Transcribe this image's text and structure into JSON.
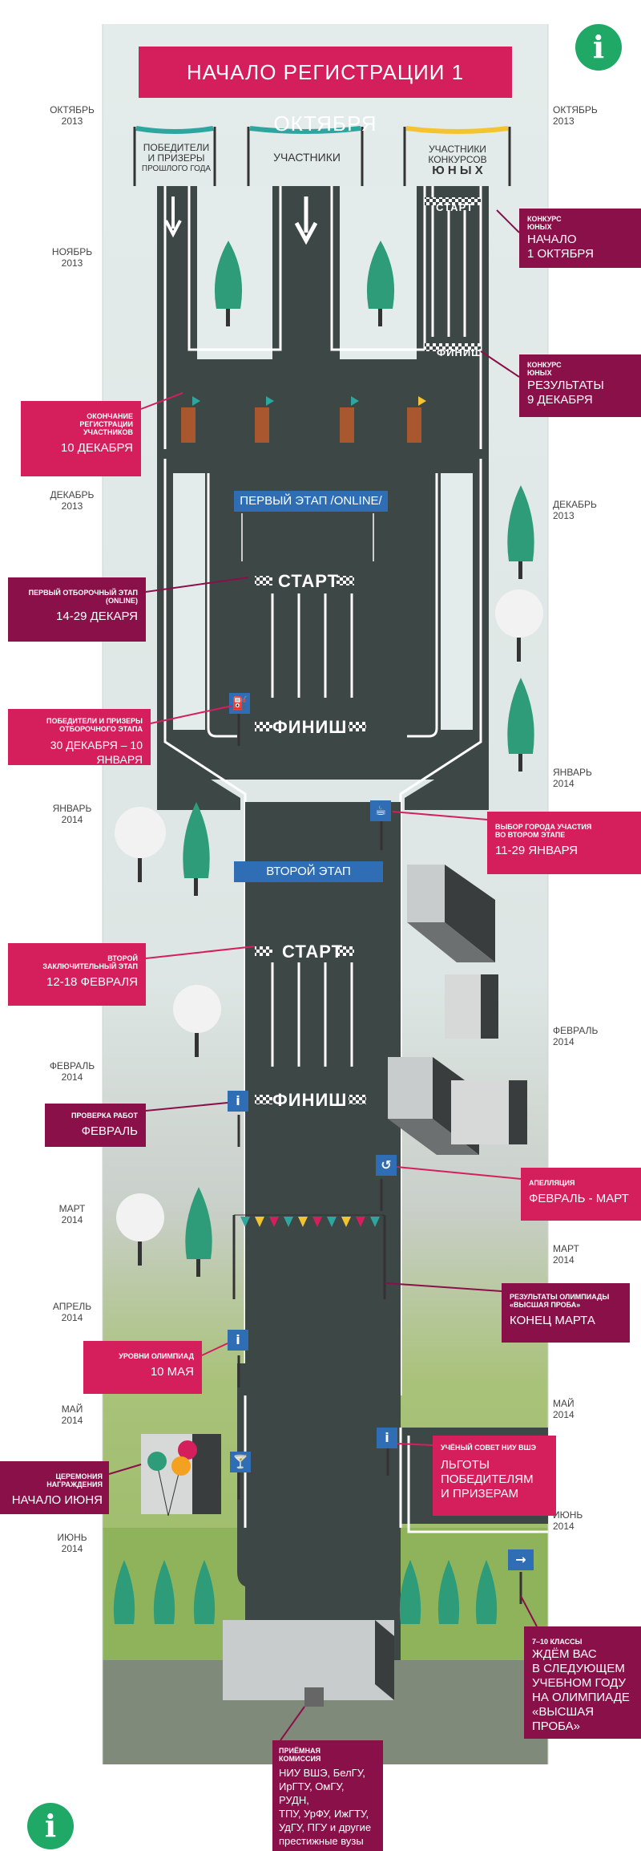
{
  "header": {
    "title": "НАЧАЛО РЕГИСТРАЦИИ 1 ОКТЯБРЯ"
  },
  "lanes": {
    "left": "ПОБЕДИТЕЛИ И ПРИЗЕРЫ ПРОШЛОГО ГОДА",
    "left_line1": "ПОБЕДИТЕЛИ",
    "left_line2": "И ПРИЗЕРЫ",
    "left_line3": "ПРОШЛОГО ГОДА",
    "middle": "УЧАСТНИКИ",
    "right_line1": "УЧАСТНИКИ",
    "right_line2": "КОНКУРСОВ",
    "right_line3": "Ю Н Ы Х"
  },
  "road": {
    "start": "СТАРТ",
    "finish": "ФИНИШ",
    "stage1": "ПЕРВЫЙ ЭТАП /ONLINE/",
    "stage2": "ВТОРОЙ ЭТАП"
  },
  "timeline_left": [
    {
      "month": "ОКТЯБРЬ",
      "year": "2013"
    },
    {
      "month": "НОЯБРЬ",
      "year": "2013"
    },
    {
      "month": "ДЕКАБРЬ",
      "year": "2013"
    },
    {
      "month": "ЯНВАРЬ",
      "year": "2014"
    },
    {
      "month": "ФЕВРАЛЬ",
      "year": "2014"
    },
    {
      "month": "МАРТ",
      "year": "2014"
    },
    {
      "month": "АПРЕЛЬ",
      "year": "2014"
    },
    {
      "month": "МАЙ",
      "year": "2014"
    },
    {
      "month": "ИЮНЬ",
      "year": "2014"
    }
  ],
  "timeline_right": [
    {
      "month": "ОКТЯБРЬ",
      "year": "2013"
    },
    {
      "month": "ДЕКАБРЬ",
      "year": "2013"
    },
    {
      "month": "ЯНВАРЬ",
      "year": "2014"
    },
    {
      "month": "ФЕВРАЛЬ",
      "year": "2014"
    },
    {
      "month": "МАРТ",
      "year": "2014"
    },
    {
      "month": "МАЙ",
      "year": "2014"
    },
    {
      "month": "ИЮНЬ",
      "year": "2014"
    }
  ],
  "callouts": {
    "junior_start": {
      "small1": "КОНКУРС",
      "small2": "ЮНЫХ",
      "big1": "НАЧАЛО",
      "big2": "1 ОКТЯБРЯ"
    },
    "junior_results": {
      "small1": "КОНКУРС",
      "small2": "ЮНЫХ",
      "big1": "РЕЗУЛЬТАТЫ",
      "big2": "9 ДЕКАБРЯ"
    },
    "reg_end": {
      "small1": "ОКОНЧАНИЕ",
      "small2": "РЕГИСТРАЦИИ",
      "small3": "УЧАСТНИКОВ",
      "big1": "10 ДЕКАБРЯ"
    },
    "stage1": {
      "small1": "ПЕРВЫЙ ОТБОРОЧНЫЙ ЭТАП",
      "small2": "(ONLINE)",
      "big1": "14-29 ДЕКАРЯ"
    },
    "stage1_winners": {
      "small1": "ПОБЕДИТЕЛИ И ПРИЗЕРЫ",
      "small2": "ОТБОРОЧНОГО ЭТАПА",
      "big1": "30 ДЕКАБРЯ – 10 ЯНВАРЯ"
    },
    "city": {
      "small1": "ВЫБОР ГОРОДА УЧАСТИЯ",
      "small2": "ВО ВТОРОМ ЭТАПЕ",
      "big1": "11-29 ЯНВАРЯ"
    },
    "final": {
      "small1": "ВТОРОЙ",
      "small2": "ЗАКЛЮЧИТЕЛЬНЫЙ ЭТАП",
      "big1": "12-18 ФЕВРАЛЯ"
    },
    "check": {
      "small1": "ПРОВЕРКА РАБОТ",
      "big1": "ФЕВРАЛЬ"
    },
    "appeal": {
      "small1": "АПЕЛЛЯЦИЯ",
      "big1": "ФЕВРАЛЬ - МАРТ"
    },
    "results": {
      "small1": "РЕЗУЛЬТАТЫ ОЛИМПИАДЫ",
      "small2": "«ВЫСШАЯ ПРОБА»",
      "big1": "КОНЕЦ МАРТА"
    },
    "levels": {
      "small1": "УРОВНИ ОЛИМПИАД",
      "big1": "10 МАЯ"
    },
    "council": {
      "small1": "УЧЁНЫЙ СОВЕТ НИУ ВШЭ",
      "big1": "ЛЬГОТЫ",
      "big2": "ПОБЕДИТЕЛЯМ",
      "big3": "И ПРИЗЕРАМ"
    },
    "ceremony": {
      "small1": "ЦЕРЕМОНИЯ НАГРАЖДЕНИЯ",
      "big1": "НАЧАЛО ИЮНЯ"
    },
    "classes": {
      "small1": "7–10 КЛАССЫ",
      "big1": "ЖДЁМ ВАС",
      "big2": "В СЛЕДУЮЩЕМ",
      "big3": "УЧЕБНОМ ГОДУ",
      "big4": "НА ОЛИМПИАДЕ",
      "big5": "«ВЫСШАЯ ПРОБА»"
    },
    "admission": {
      "small1": "ПРИЁМНАЯ",
      "small2": "КОМИССИЯ",
      "big1": "НИУ ВШЭ, БелГУ,",
      "big2": "ИрГТУ, ОмГУ, РУДН,",
      "big3": "ТПУ, УрФУ, ИжГТУ,",
      "big4": "УдГУ, ПГУ и другие",
      "big5": "престижные вузы"
    }
  },
  "info_icon": "i",
  "colors": {
    "pink": "#d41f5c",
    "plum": "#8a1049",
    "road": "#3d4745",
    "sign": "#2f6db4",
    "tree": "#2e9c78",
    "green": "#1fa866"
  }
}
